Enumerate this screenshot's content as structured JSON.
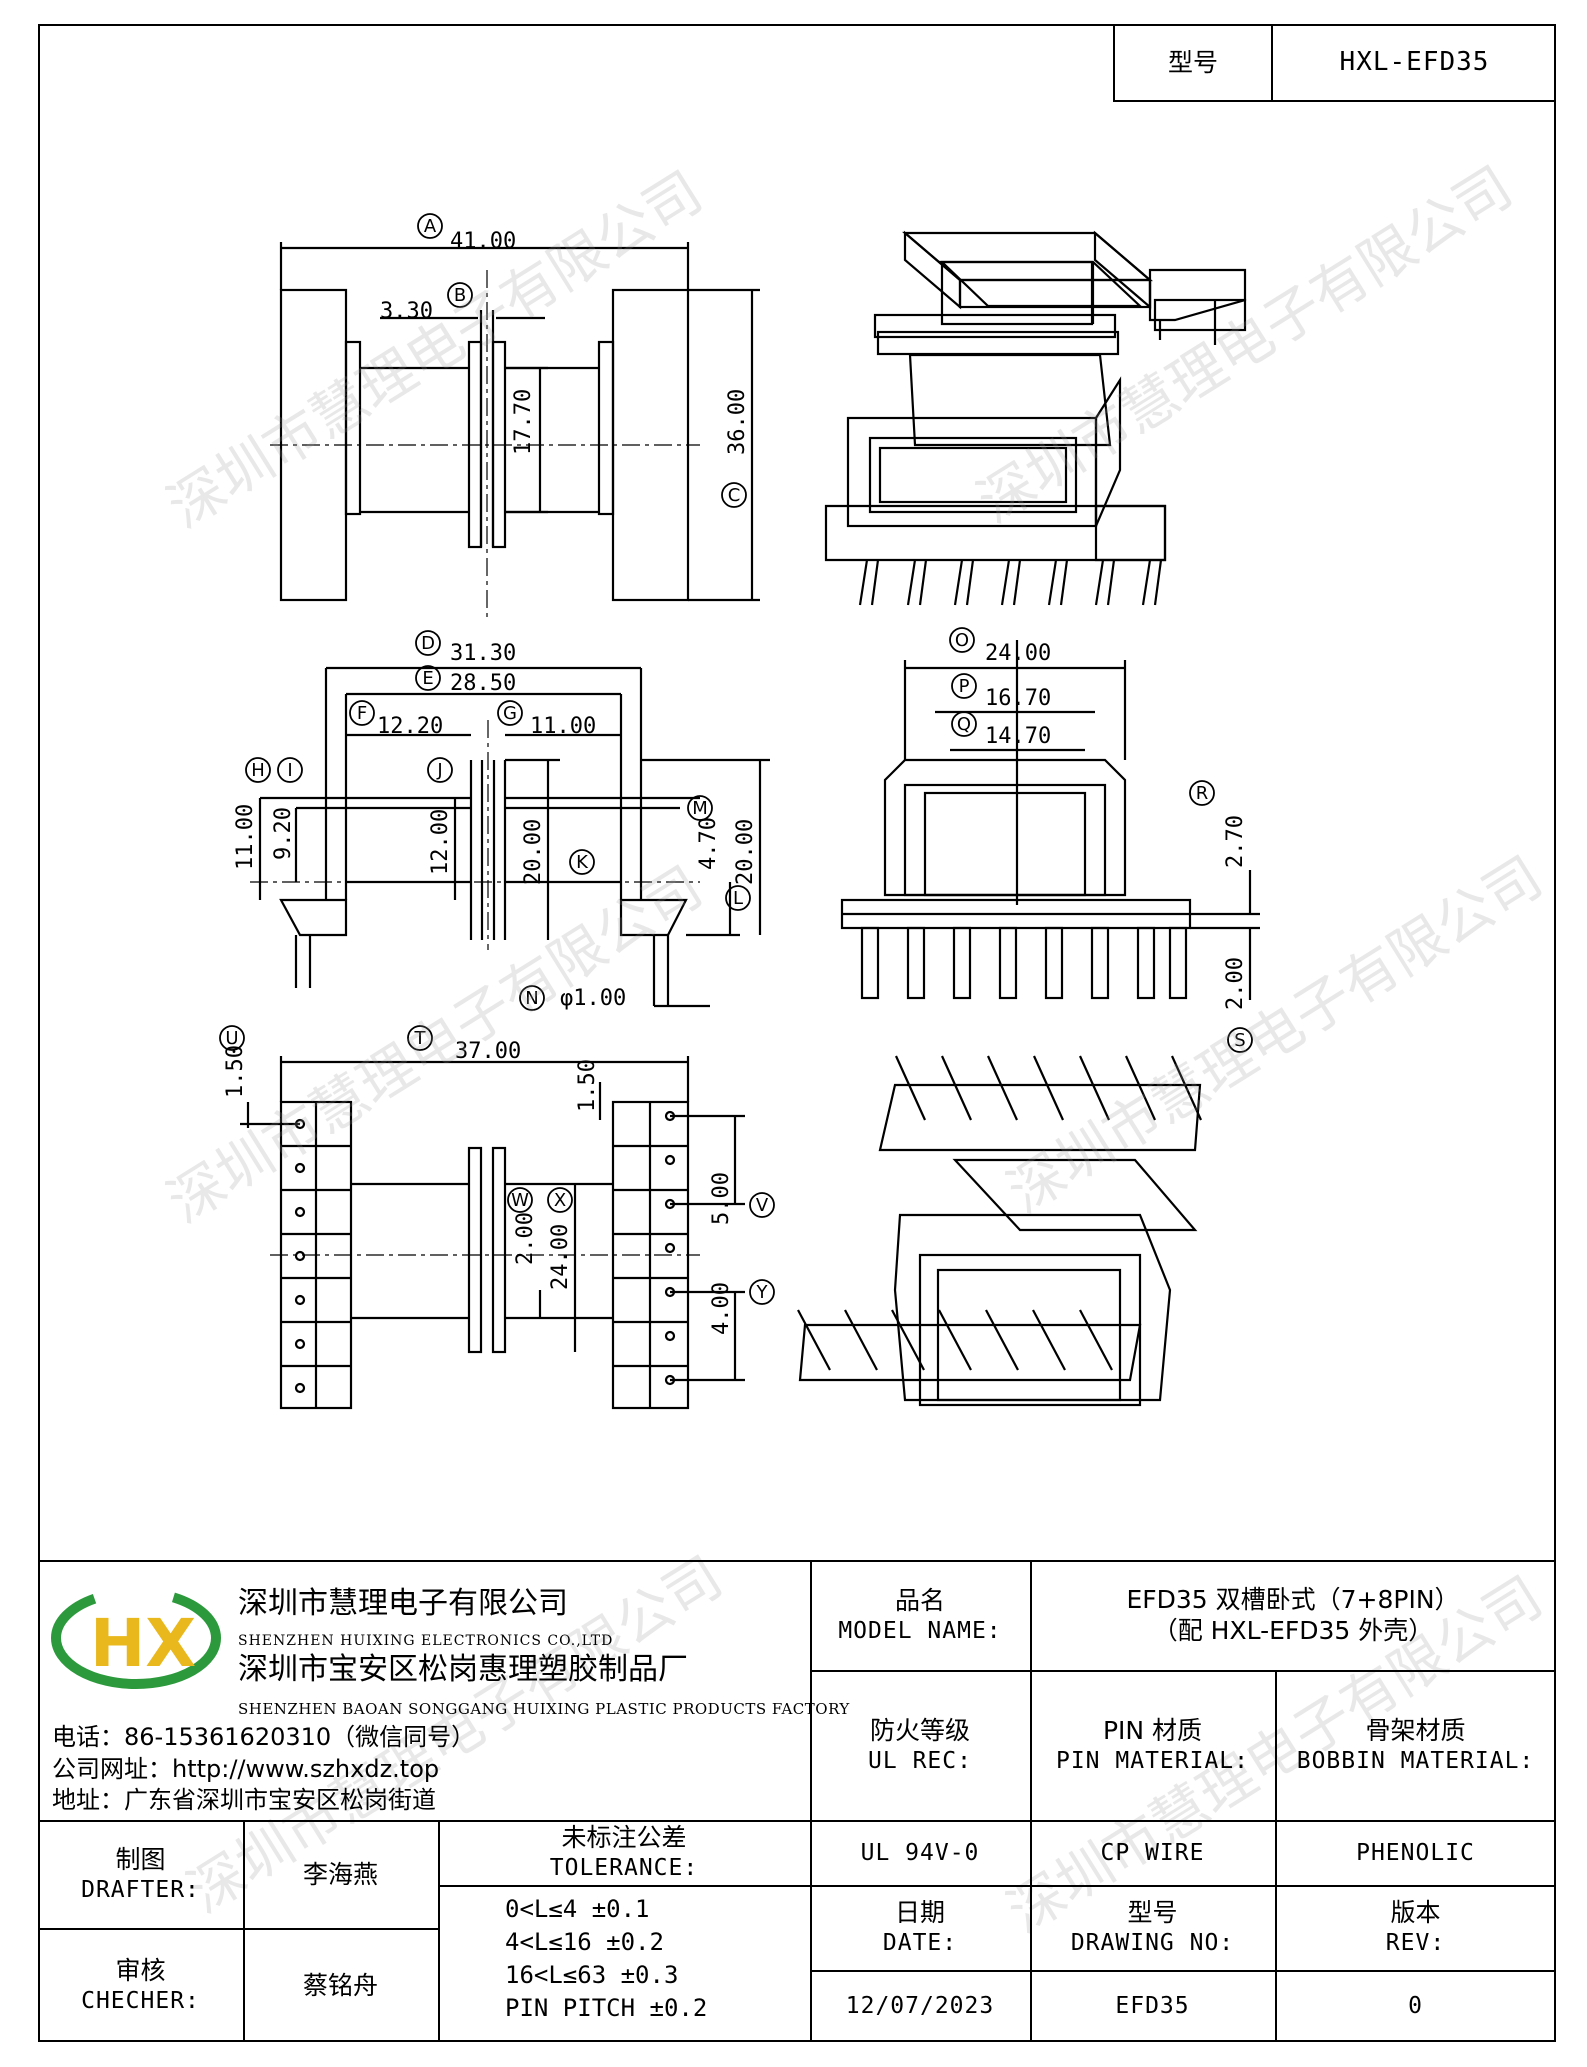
{
  "header": {
    "model_label": "型号",
    "model_value": "HXL-EFD35"
  },
  "watermark": "深圳市慧理电子有限公司",
  "dimensions": {
    "A": "A",
    "A_val": "41.00",
    "B": "B",
    "B_val": "3.30",
    "C": "C",
    "C_val": "36.00",
    "D": "D",
    "D_val": "31.30",
    "E": "E",
    "E_val": "28.50",
    "F": "F",
    "F_val": "12.20",
    "G": "G",
    "G_val": "11.00",
    "H": "H",
    "H_val": "11.00",
    "I": "I",
    "I_val": "9.20",
    "J": "J",
    "J_val": "12.00",
    "K": "K",
    "K_val": "20.00",
    "M": "M",
    "M_val": "20.00",
    "L": "L",
    "L_val": "4.70",
    "N": "N",
    "N_val": "φ1.00",
    "O": "O",
    "O_val": "24.00",
    "P": "P",
    "P_val": "16.70",
    "Q": "Q",
    "Q_val": "14.70",
    "R": "R",
    "R_val": "2.70",
    "S": "S",
    "S_val": "2.00",
    "T": "T",
    "T_val": "37.00",
    "U": "U",
    "U_val": "1.50",
    "U2_val": "1.50",
    "V": "V",
    "V_val": "5.00",
    "W": "W",
    "W_val": "2.00",
    "X": "X",
    "X_val": "24.00",
    "Y": "Y",
    "Y_val": "4.00",
    "top_inner_val": "17.70"
  },
  "company": {
    "name_cn": "深圳市慧理电子有限公司",
    "name_en": "SHENZHEN HUIXING ELECTRONICS CO.,LTD",
    "factory_cn": "深圳市宝安区松岗惠理塑胶制品厂",
    "factory_en": "SHENZHEN BAOAN SONGGANG HUIXING PLASTIC PRODUCTS FACTORY",
    "phone": "电话：86-15361620310（微信同号）",
    "website": "公司网址：http://www.szhxdz.top",
    "address": "地址：广东省深圳市宝安区松岗街道",
    "logo_text": "HX"
  },
  "title_block": {
    "model_name_cn": "品名",
    "model_name_en": "MODEL NAME:",
    "model_name_value_1": "EFD35 双槽卧式（7+8PIN）",
    "model_name_value_2": "（配 HXL-EFD35 外壳）",
    "ul_rec_cn": "防火等级",
    "ul_rec_en": "UL REC:",
    "pin_material_cn": "PIN 材质",
    "pin_material_en": "PIN MATERIAL:",
    "bobbin_material_cn": "骨架材质",
    "bobbin_material_en": "BOBBIN MATERIAL:",
    "ul_rec_value": "UL 94V-0",
    "pin_material_value": "CP WIRE",
    "bobbin_material_value": "PHENOLIC",
    "date_cn": "日期",
    "date_en": "DATE:",
    "drawing_no_cn": "型号",
    "drawing_no_en": "DRAWING NO:",
    "rev_cn": "版本",
    "rev_en": "REV:",
    "date_value": "12/07/2023",
    "drawing_no_value": "EFD35",
    "rev_value": "0",
    "drafter_cn": "制图",
    "drafter_en": "DRAFTER:",
    "drafter_value": "李海燕",
    "checker_cn": "审核",
    "checker_en": "CHECHER:",
    "checker_value": "蔡铭舟",
    "tolerance_cn": "未标注公差",
    "tolerance_en": "TOLERANCE:",
    "tolerance_lines": [
      "0<L≤4  ±0.1",
      "4<L≤16 ±0.2",
      "16<L≤63 ±0.3",
      "PIN PITCH ±0.2"
    ]
  }
}
